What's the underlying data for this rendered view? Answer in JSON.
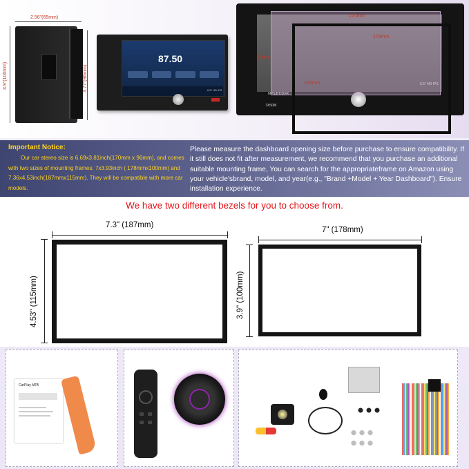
{
  "top_dims": {
    "width_65": "2.56\"(65mm)",
    "height_100": "3.9\"(100mm)",
    "height_96": "3.77\"(96mm)",
    "w170": "170mm",
    "w178": "178mm",
    "h96": "96mm",
    "h100": "100mm"
  },
  "radio_display": {
    "frequency": "87.50",
    "hd_label": "6.5\" HD IPS",
    "power": "7X50W",
    "mp5": "MP5/BT/DVR"
  },
  "notice": {
    "title": "Important Notice:",
    "left_text": "Our car stereo size is 6.69x3.81inch(170mm x 96mm), and comes with two sizes of mounting frames: 7x3.93inch ( 178mmx100mm) and 7.36x4.53inch(187mmx115mm). They will be compatible with more car models.",
    "right_text": "Please measure the dashboard opening size before purchase to ensure compatibility. If it still does not fit after measurement, we recommend that you purchase an additional suitable mounting frame, You can search for the appropriateframe on Amazon using your vehicle'sbrand, model, and year(e.g., \"Brand +Model + Year Dashboard\"). Ensure installation experience."
  },
  "bezels": {
    "title": "We have two different bezels for you to choose from.",
    "large": {
      "width": "7.3\" (187mm)",
      "height": "4.53\" (115mm)"
    },
    "small": {
      "width": "7\" (178mm)",
      "height": "3.9\" (100mm)"
    }
  },
  "accessories": {
    "manual_title": "CarPlay MP5"
  },
  "colors": {
    "notice_yellow": "#ffd21f",
    "title_red": "#e4161b",
    "dim_red": "#c0392b"
  }
}
